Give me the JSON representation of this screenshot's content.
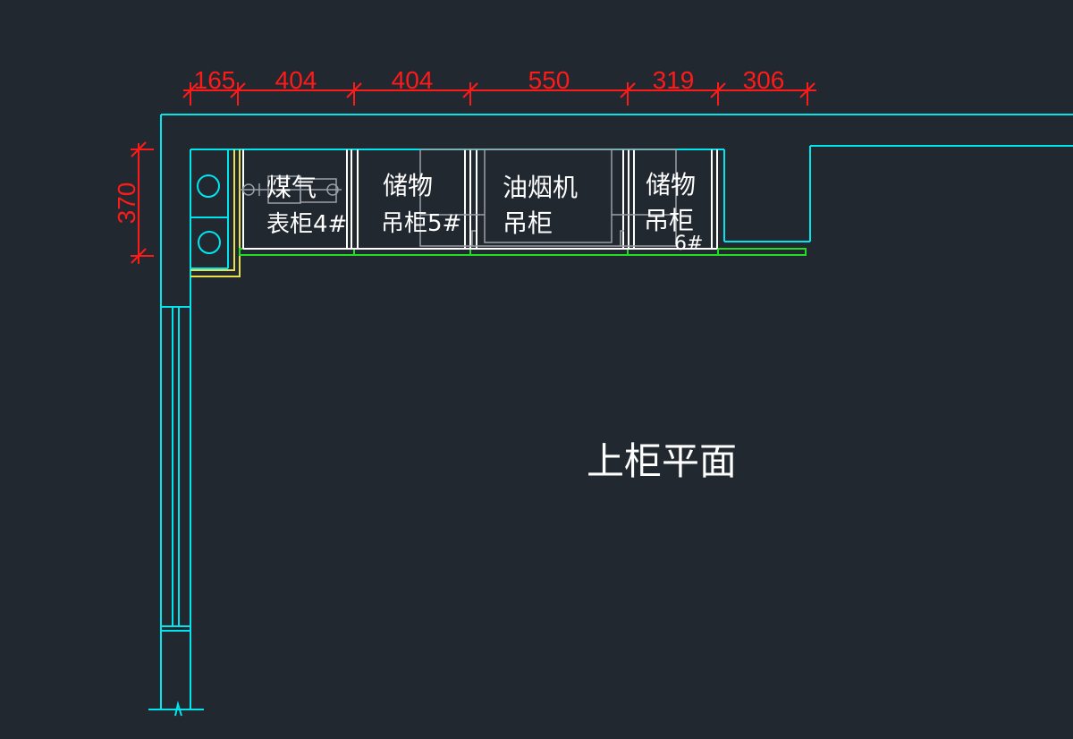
{
  "drawing": {
    "title": "上柜平面",
    "colors": {
      "background": "#212830",
      "wall": "#00e5ee",
      "dimension": "#ff1a1a",
      "cabinet": "#ffffff",
      "cabinet_edge": "#9aa0a6",
      "counter": "#22dd22",
      "pipe": "#e8e04a"
    },
    "dimensions": {
      "horizontal": [
        "165",
        "404",
        "404",
        "550",
        "319",
        "306"
      ],
      "vertical": "370"
    },
    "cabinets": [
      {
        "line1": "煤气",
        "line2": "表柜4#"
      },
      {
        "line1": "储物",
        "line2": "吊柜5#"
      },
      {
        "line1": "油烟机",
        "line2": "吊柜"
      },
      {
        "line1": "储物",
        "line2": "吊柜",
        "line3": "6#"
      }
    ],
    "icons": [
      "outlet-circle-icon",
      "outlet-circle-icon",
      "gas-meter-icon"
    ]
  }
}
